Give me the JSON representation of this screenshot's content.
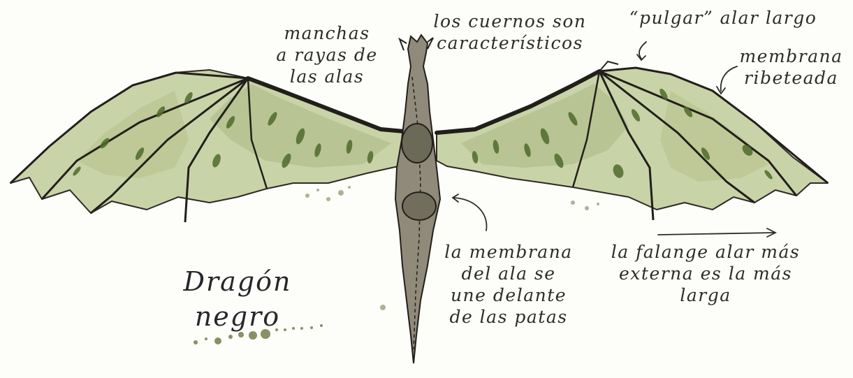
{
  "title": "Dragón\nnegro",
  "annotations": {
    "wing_stripes": "manchas\na rayas de\nlas alas",
    "horns": "los cuernos son\ncaracterísticos",
    "thumb": "“pulgar” alar largo",
    "membrane_edge": "membrana\nribeteada",
    "membrane_join": "la membrana\ndel ala se\nune delante\nde las patas",
    "phalanx": "la falange alar más\nexterna es la más larga"
  },
  "colors": {
    "ink": "#2b2b29",
    "wing_wash": "#c9d3a8",
    "wing_wash_dark": "#a9b781",
    "wing_spots": "#4f6b2c",
    "bone": "#2e2a24"
  }
}
